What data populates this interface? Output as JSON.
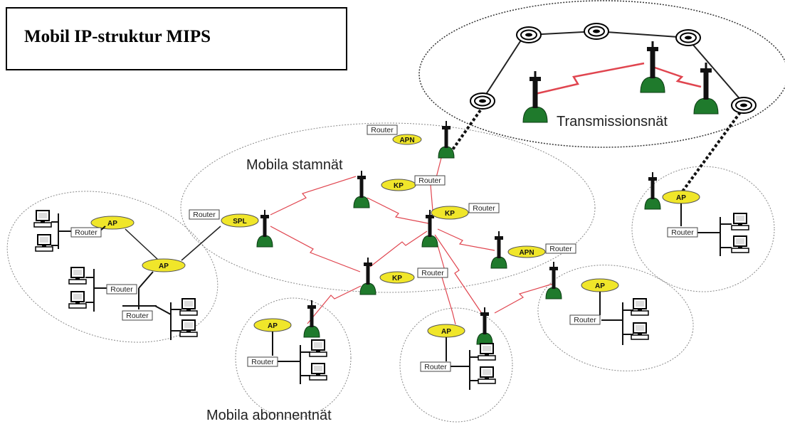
{
  "title": "Mobil IP-struktur MIPS",
  "labels": {
    "transmission": "Transmissionsnät",
    "core": "Mobila stamnät",
    "access": "Mobila abonnentnät"
  },
  "nodes": {
    "router": "Router",
    "ap": "AP",
    "apn": "APN",
    "kp": "KP",
    "spl": "SPL"
  },
  "colors": {
    "node_fill": "#f0e62a",
    "tower_green": "#1f7a2c",
    "radio_link": "#e0454f",
    "ring": "#222222"
  }
}
